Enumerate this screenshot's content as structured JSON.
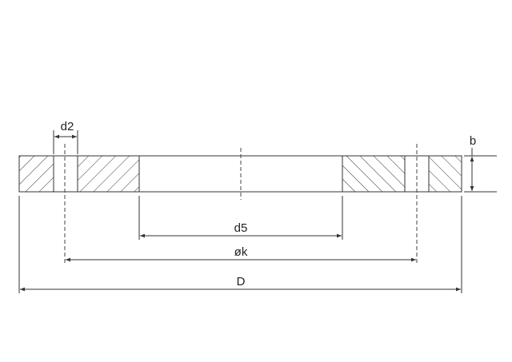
{
  "labels": {
    "hole_diameter": "d2",
    "thickness": "b",
    "bore_diameter": "d5",
    "bolt_circle": "øk",
    "outer_diameter": "D"
  },
  "colors": {
    "line": "#333333",
    "background": "#ffffff"
  }
}
